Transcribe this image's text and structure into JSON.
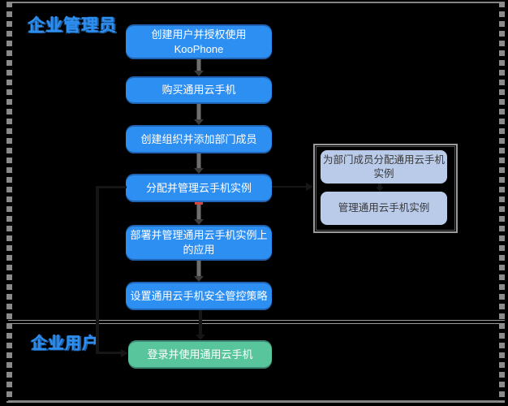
{
  "colors": {
    "node_blue": "#2e8ff2",
    "node_green": "#58c59c",
    "subnode_light_blue": "#b9cbe9",
    "lane_label_blue": "#2e8ff2",
    "arrow_gray": "#6f6f6f",
    "arrow_black": "#161616",
    "frame_gray": "#8a8a8a",
    "anchor_marker_red": "#d9453c",
    "background": "#000000"
  },
  "lanes": {
    "admin_label": "企业管理员",
    "user_label": "企业用户"
  },
  "flow": {
    "step1": "创建用户并授权使用\nKooPhone",
    "step2": "购买通用云手机",
    "step3": "创建组织并添加部门成员",
    "step4": "分配并管理云手机实例",
    "step5": "部署并管理通用云手机实例上\n的应用",
    "step6": "设置通用云手机安全管控策略",
    "user_step": "登录并使用通用云手机"
  },
  "subgroup": {
    "step_a": "为部门成员分配通用云手机\n实例",
    "step_b": "管理通用云手机实例"
  }
}
